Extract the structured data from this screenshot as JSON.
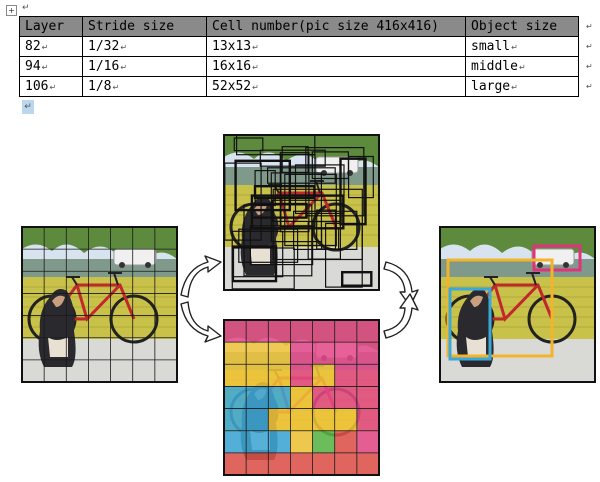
{
  "doc": {
    "return_mark": "↵",
    "table_handle": "+"
  },
  "table": {
    "headers": [
      "Layer",
      "Stride size",
      "Cell number(pic size 416x416)",
      "Object size"
    ],
    "rows": [
      [
        "82",
        "1/32",
        "13x13",
        "small"
      ],
      [
        "94",
        "1/16",
        "16x16",
        "middle"
      ],
      [
        "106",
        "1/8",
        "52x52",
        "large"
      ]
    ]
  },
  "colors": {
    "grid_line": "#1a1a1a",
    "bike_frame": "#c0282c",
    "wall": "#c9c24a",
    "sky": "#d7e4ef",
    "tree": "#5d8a3c",
    "porch": "#d9d9d6",
    "dog_box": "#3aa8d8",
    "bike_box": "#f2b42a",
    "car_box": "#e0337a"
  },
  "class_map_colors": [
    "#e64a8a",
    "#f2c53a",
    "#3fa9d9",
    "#5bb848",
    "#e0534b"
  ],
  "icons": [
    "curved-arrow-icon"
  ]
}
